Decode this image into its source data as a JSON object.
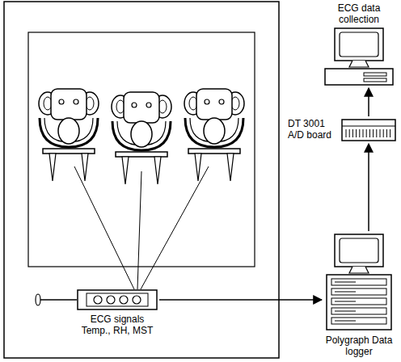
{
  "diagram": {
    "nodes": [
      {
        "text": [
          "ECG signals Temp., RH, MST"
        ]
      },
      {
        "text": [
          "Polygraph Data logger"
        ]
      },
      {
        "text": [
          "DT 3001 A/D board"
        ]
      },
      {
        "text": [
          "ECG data collection"
        ]
      }
    ],
    "edges": [
      {
        "from": 0,
        "to": 1,
        "arrow": "to"
      },
      {
        "from": 1,
        "to": 2,
        "arrow": "to"
      },
      {
        "from": 2,
        "to": 3,
        "arrow": "to"
      }
    ]
  }
}
